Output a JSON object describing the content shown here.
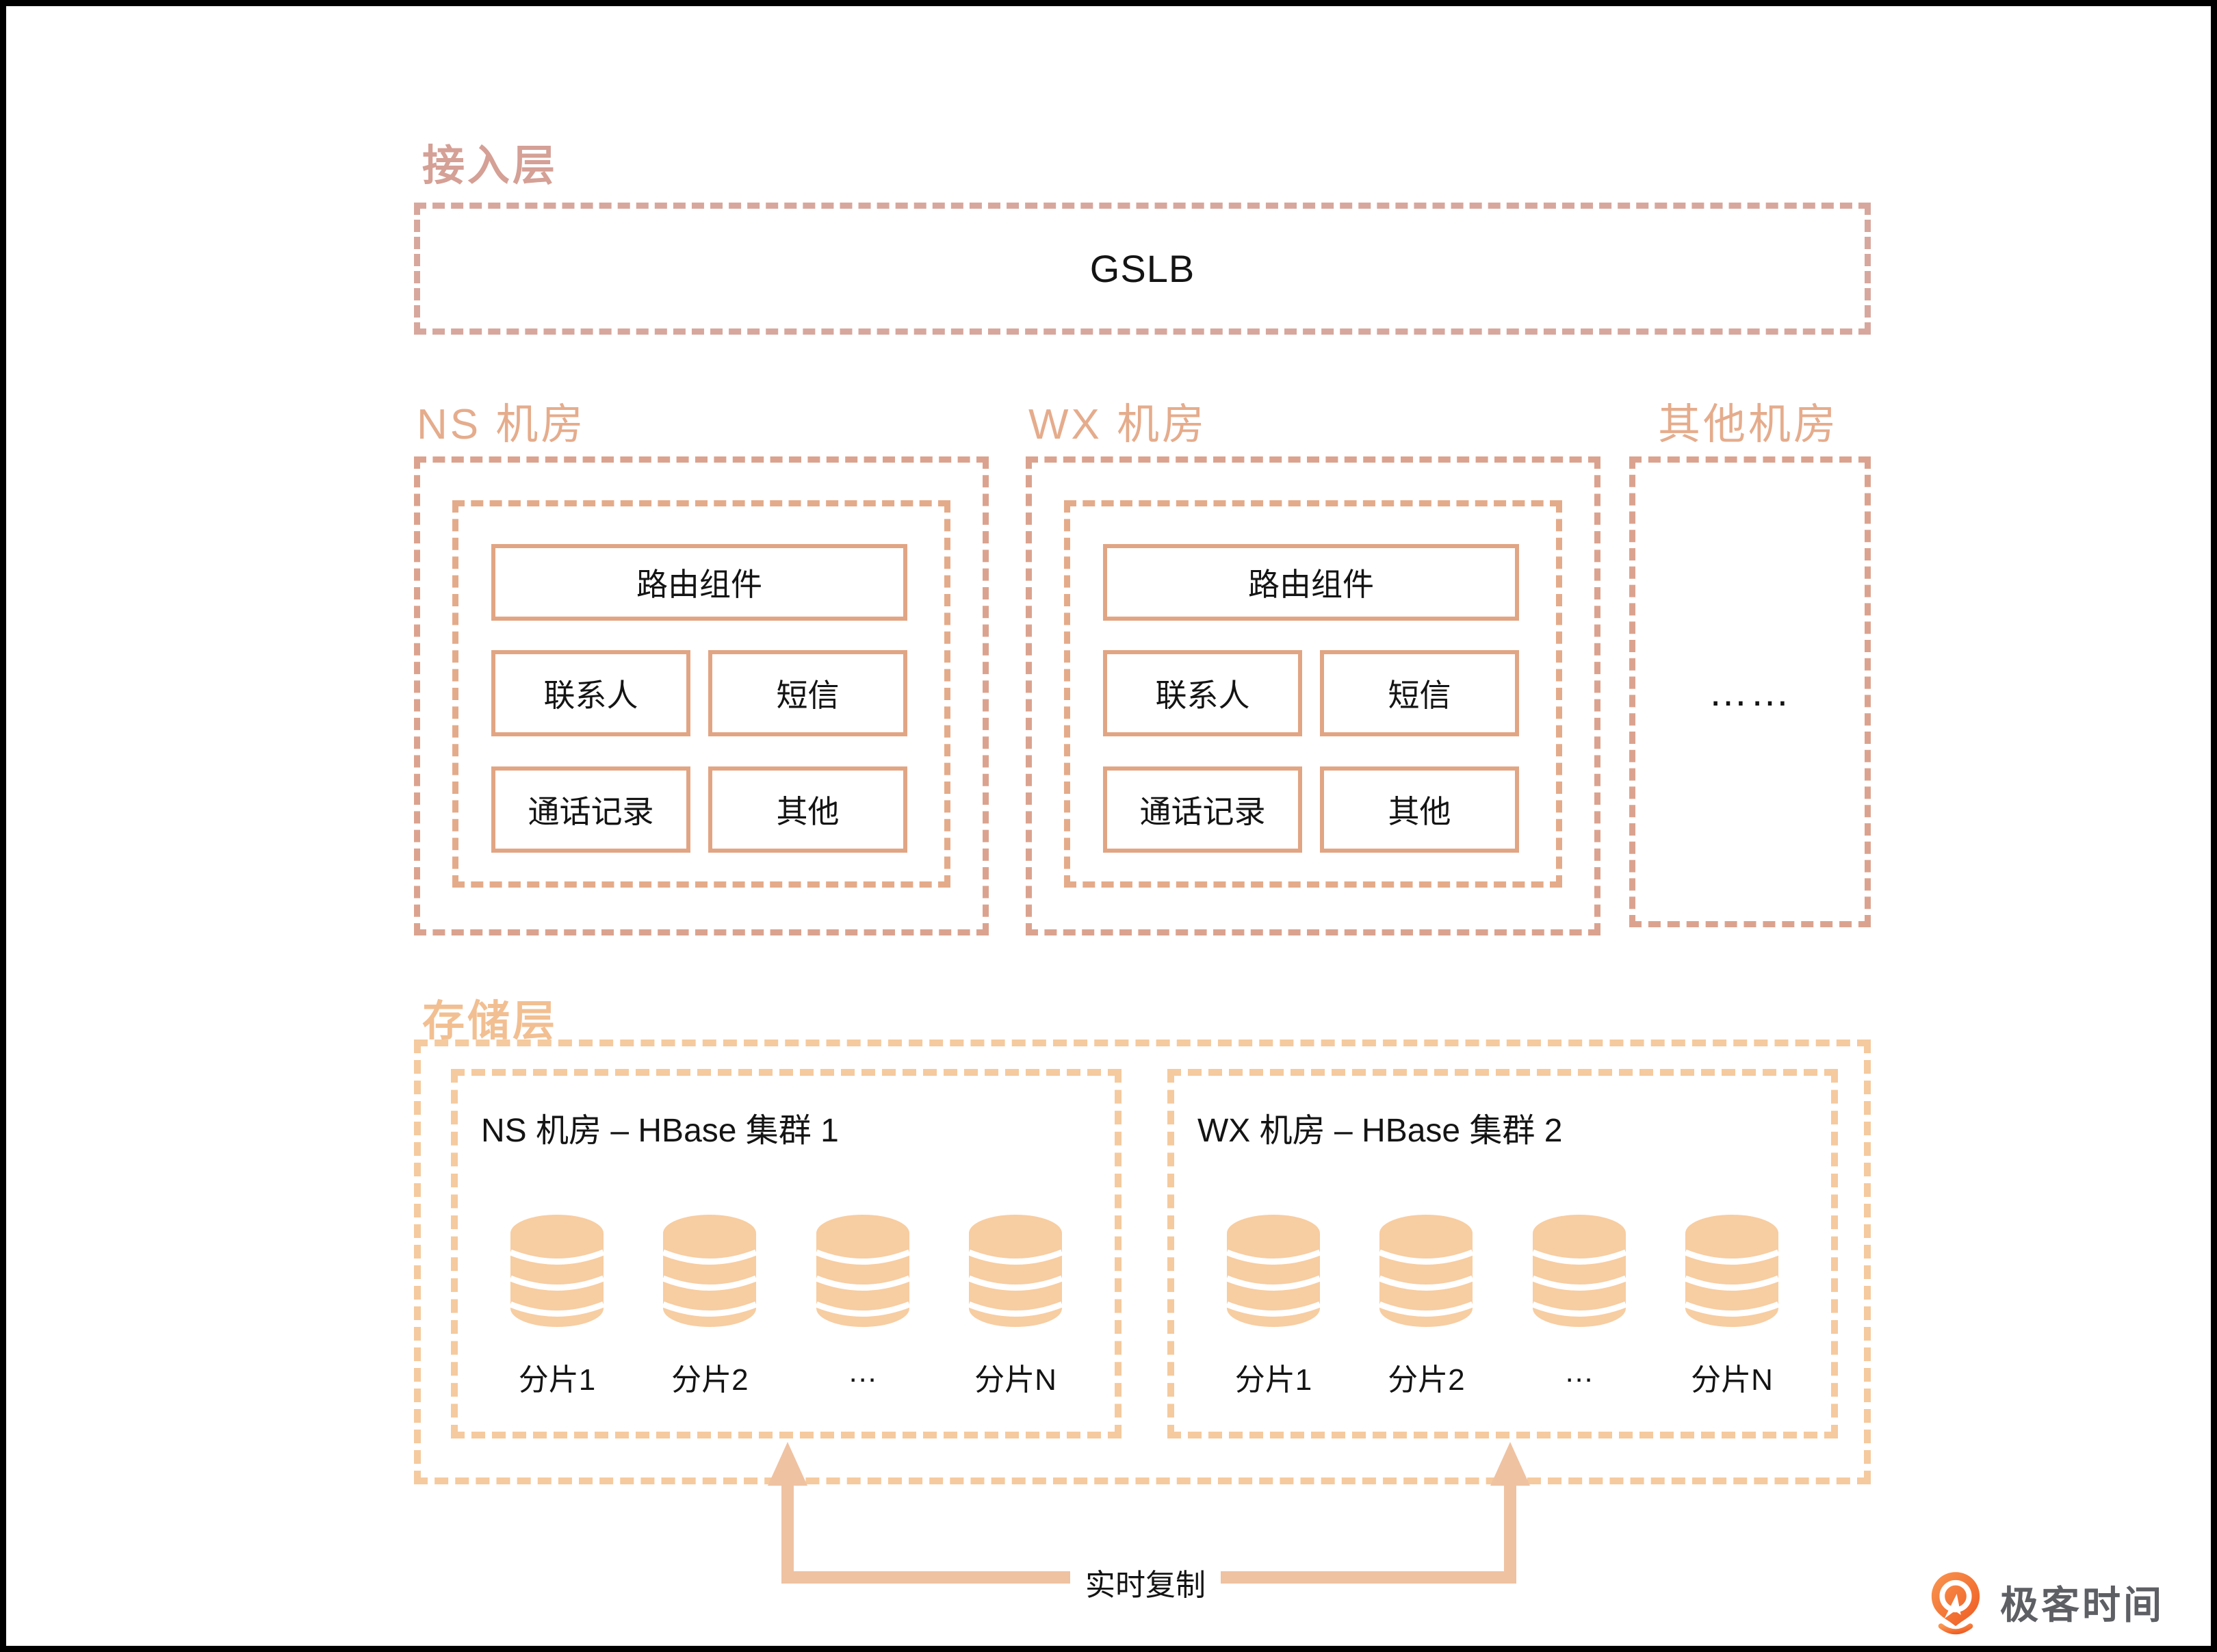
{
  "access_layer": {
    "label": "接入层",
    "gslb_label": "GSLB"
  },
  "rooms": {
    "ns": {
      "label": "NS 机房",
      "router": "路由组件",
      "modules": [
        "联系人",
        "短信",
        "通话记录",
        "其他"
      ]
    },
    "wx": {
      "label": "WX 机房",
      "router": "路由组件",
      "modules": [
        "联系人",
        "短信",
        "通话记录",
        "其他"
      ]
    },
    "other": {
      "label": "其他机房",
      "ellipsis": "……"
    }
  },
  "storage_layer": {
    "label": "存储层",
    "clusters": [
      {
        "title": "NS 机房 – HBase  集群 1",
        "shards": [
          "分片1",
          "分片2",
          "…",
          "分片N"
        ]
      },
      {
        "title": "WX 机房 – HBase  集群 2",
        "shards": [
          "分片1",
          "分片2",
          "…",
          "分片N"
        ]
      }
    ],
    "replication_label": "实时复制"
  },
  "branding": {
    "logo_text": "极客时间"
  },
  "colors": {
    "access_accent": "#D5A096",
    "room_accent": "#E5AC8C",
    "room_border_outer": "#DBA38F",
    "room_border_inner": "#E4AB8A",
    "module_border": "#E1A584",
    "storage_accent": "#F2BF92",
    "storage_border": "#F5CA9E",
    "cylinder_fill": "#F7CDA2",
    "arrow": "#EFC2A2",
    "logo_orange": "#F4742F",
    "logo_gray": "#5D5F64"
  }
}
